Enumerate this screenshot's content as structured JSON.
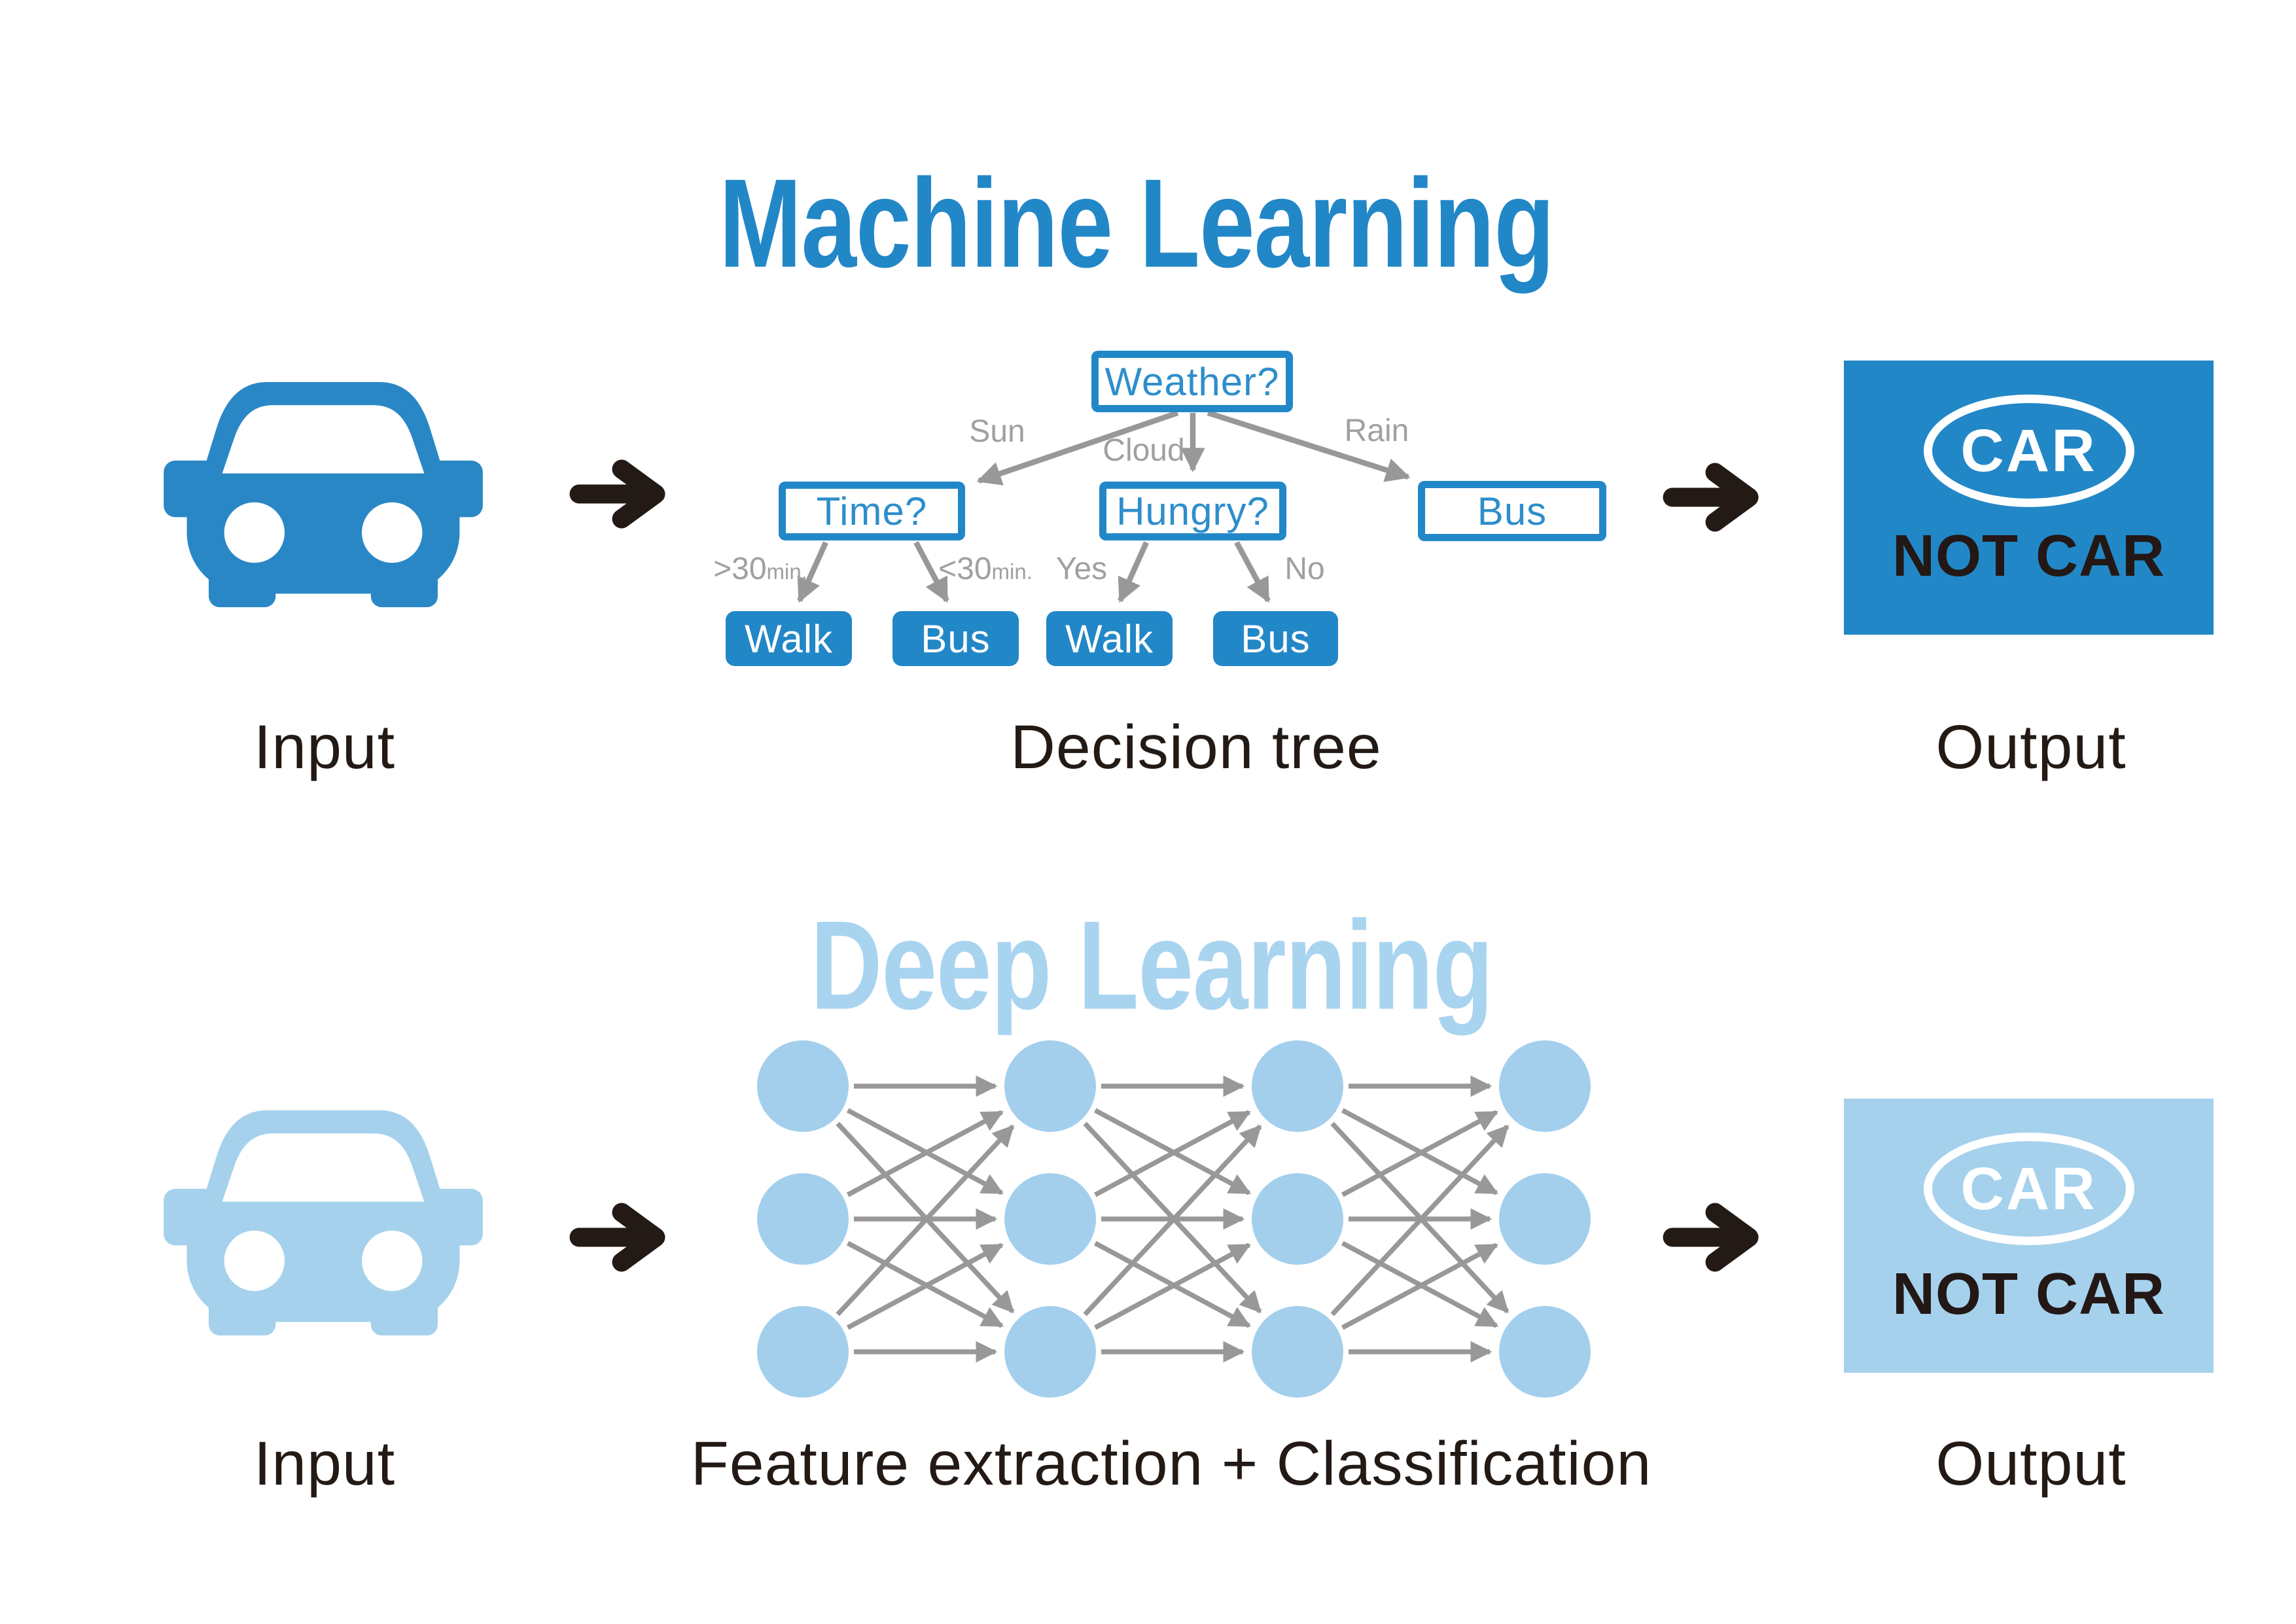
{
  "ml_section": {
    "title": "Machine Learning",
    "input_label": "Input",
    "diagram_label": "Decision tree",
    "output_label": "Output",
    "tree": {
      "root": "Weather?",
      "branch_sun": "Sun",
      "branch_cloud": "Cloud",
      "branch_rain": "Rain",
      "node_time": "Time?",
      "node_hungry": "Hungry?",
      "node_bus": "Bus",
      "time_left": {
        "big": ">30",
        "small": "min."
      },
      "time_right": {
        "big": "<30",
        "small": "min."
      },
      "hungry_left": "Yes",
      "hungry_right": "No",
      "leaf_1": "Walk",
      "leaf_2": "Bus",
      "leaf_3": "Walk",
      "leaf_4": "Bus"
    },
    "output_box": {
      "badge": "CAR",
      "caption": "NOT CAR"
    }
  },
  "dl_section": {
    "title": "Deep Learning",
    "input_label": "Input",
    "diagram_label": "Feature extraction + Classification",
    "output_label": "Output",
    "network": {
      "layers": 4,
      "nodes_per_layer": 3
    },
    "output_box": {
      "badge": "CAR",
      "caption": "NOT CAR"
    }
  },
  "palette": {
    "blue": "#2287c7",
    "light_blue": "#a5d1ed",
    "node_blue": "#a3cfed",
    "arrow_gray": "#989898",
    "label_gray": "#a0a0a0",
    "ink": "#231a15"
  }
}
